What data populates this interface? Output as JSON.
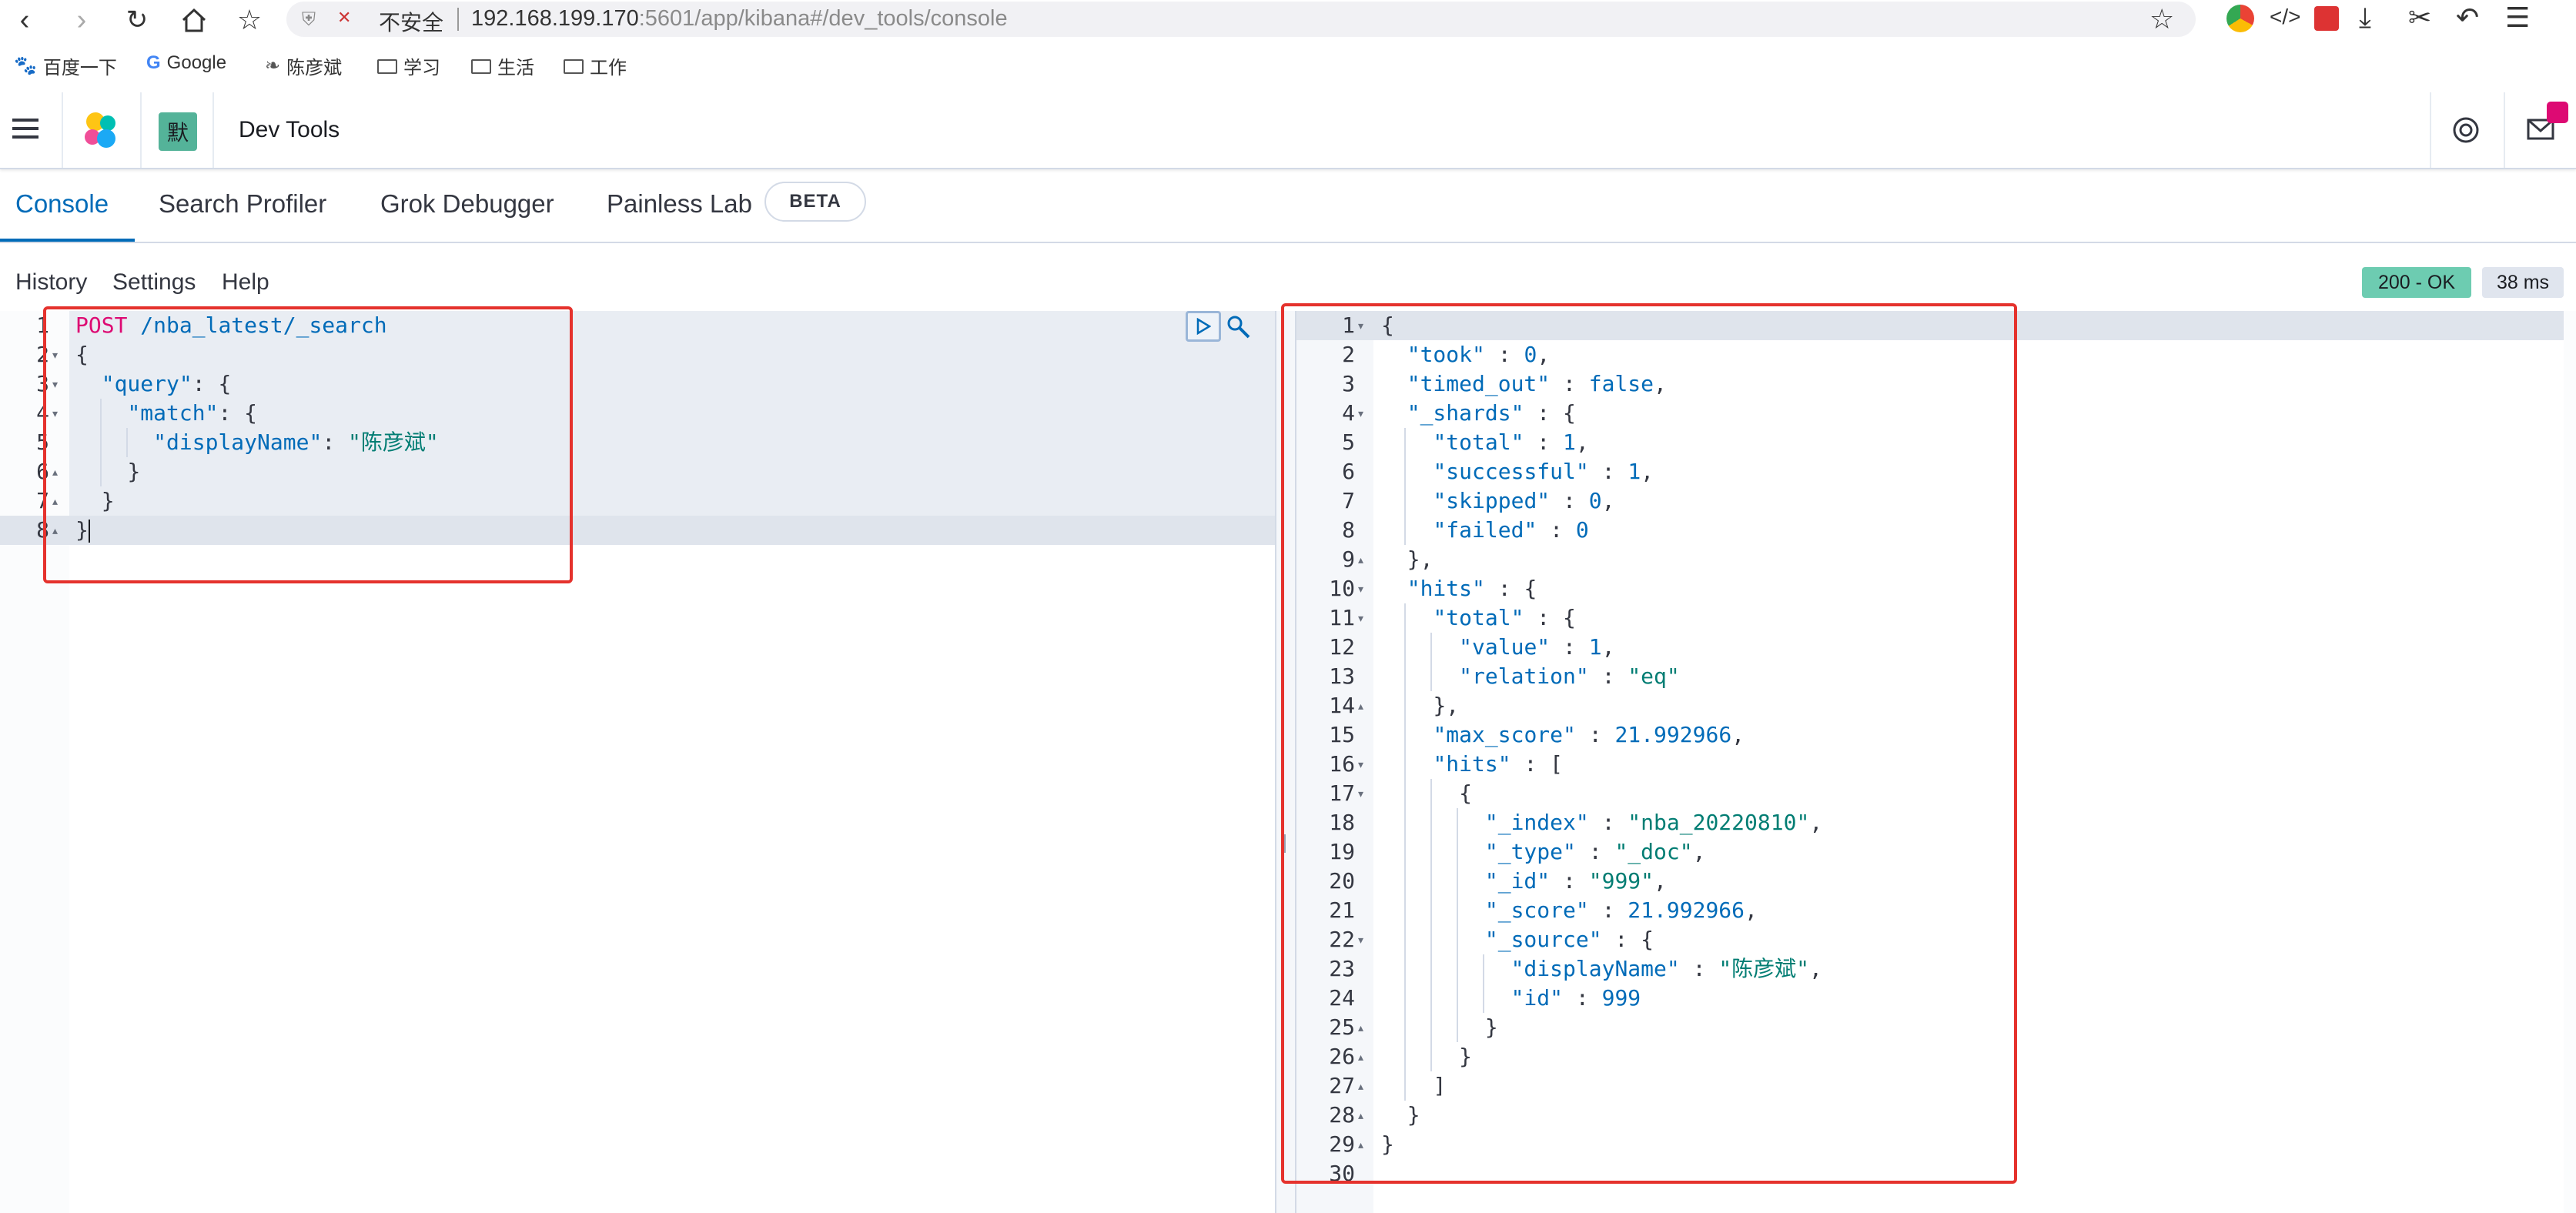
{
  "browser": {
    "insecure_label": "不安全",
    "url_host": "192.168.199.170",
    "url_rest": ":5601/app/kibana#/dev_tools/console",
    "bookmarks": [
      "百度一下",
      "Google",
      "陈彦斌",
      "学习",
      "生活",
      "工作"
    ]
  },
  "header": {
    "space_avatar": "默",
    "title": "Dev Tools"
  },
  "tabs": {
    "console": "Console",
    "search_profiler": "Search Profiler",
    "grok_debugger": "Grok Debugger",
    "painless_lab": "Painless Lab",
    "beta": "BETA"
  },
  "toolbar": {
    "history": "History",
    "settings": "Settings",
    "help": "Help",
    "status": "200 - OK",
    "time": "38 ms"
  },
  "request": {
    "method": "POST",
    "path": "/nba_latest/_search",
    "query_key": "\"query\"",
    "match_key": "\"match\"",
    "field_key": "\"displayName\"",
    "field_value": "\"陈彦斌\""
  },
  "response": {
    "took": "0",
    "timed_out": "false",
    "shards_total": "1",
    "shards_successful": "1",
    "shards_skipped": "0",
    "shards_failed": "0",
    "hits_total_value": "1",
    "hits_total_relation": "\"eq\"",
    "max_score": "21.992966",
    "hit_index": "\"nba_20220810\"",
    "hit_type": "\"_doc\"",
    "hit_id": "\"999\"",
    "hit_score": "21.992966",
    "source_displayName": "\"陈彦斌\"",
    "source_id": "999"
  },
  "icons": [
    "back-icon",
    "forward-icon",
    "reload-icon",
    "home-icon",
    "star-icon",
    "shield-icon",
    "menu-icon",
    "elastic-logo-icon",
    "run-icon",
    "wrench-icon",
    "help-icon",
    "mail-icon"
  ]
}
